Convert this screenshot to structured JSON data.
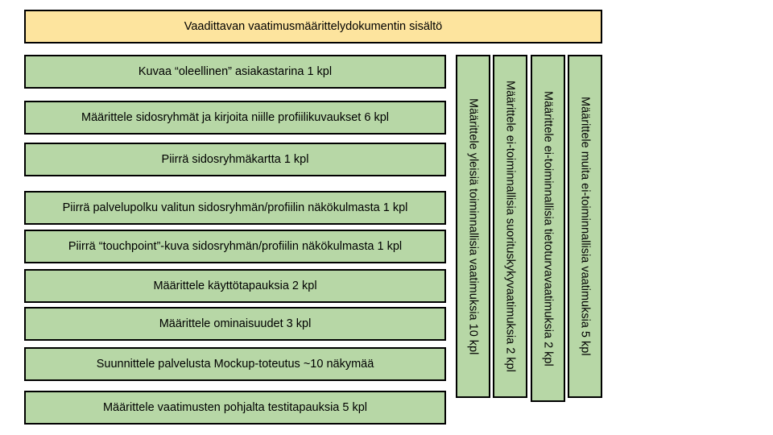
{
  "colors": {
    "header_fill": "#fde49e",
    "item_fill": "#b7d7a6",
    "border": "#000000"
  },
  "header": "Vaadittavan vaatimusmäärittelydokumentin sisältö",
  "rows": [
    "Kuvaa “oleellinen” asiakastarina 1 kpl",
    "Määrittele sidosryhmät ja kirjoita niille profiilikuvaukset 6 kpl",
    "Piirrä sidosryhmäkartta 1 kpl",
    "Piirrä palvelupolku valitun sidosryhmän/profiilin näkökulmasta 1 kpl",
    "Piirrä “touchpoint”-kuva sidosryhmän/profiilin näkökulmasta 1 kpl",
    "Määrittele käyttötapauksia 2 kpl",
    "Määrittele ominaisuudet 3 kpl",
    "Suunnittele palvelusta Mockup-toteutus ~10 näkymää",
    "Määrittele vaatimusten pohjalta testitapauksia 5 kpl"
  ],
  "columns": [
    "Määrittele yleisiä toiminnallisia vaatimuksia 10 kpl",
    "Määrittele ei-toiminnallisia suorituskykyvaatimuksia 2 kpl",
    "Määrittele ei-toiminnallisia tietoturvavaatimuksia 2 kpl",
    "Määrittele muita ei-toiminnallisia vaatimuksia  5 kpl"
  ]
}
